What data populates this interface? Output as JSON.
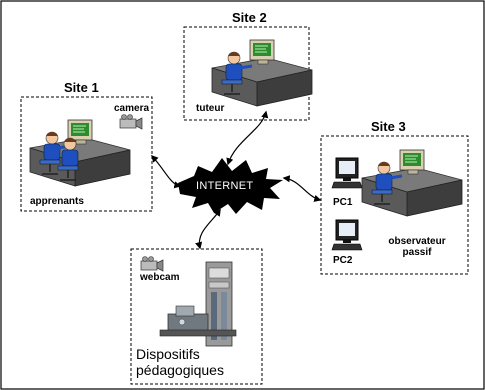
{
  "site1": {
    "title": "Site 1",
    "camera": "camera",
    "apprenants": "apprenants"
  },
  "site2": {
    "title": "Site 2",
    "tuteur": "tuteur"
  },
  "site3": {
    "title": "Site 3",
    "pc1": "PC1",
    "pc2": "PC2",
    "observateur_line1": "observateur",
    "observateur_line2": "passif"
  },
  "internet": "INTERNET",
  "equipment": {
    "webcam": "webcam",
    "dispositifs_line1": "Dispositifs",
    "dispositifs_line2": "pédagogiques"
  },
  "colors": {
    "screen": "#2e8b2e",
    "person_shirt": "#1f4fbf",
    "person_hair": "#6b3a1a",
    "desk": "#4a4a4a",
    "chair": "#3a6acc",
    "cloud": "#000000"
  }
}
